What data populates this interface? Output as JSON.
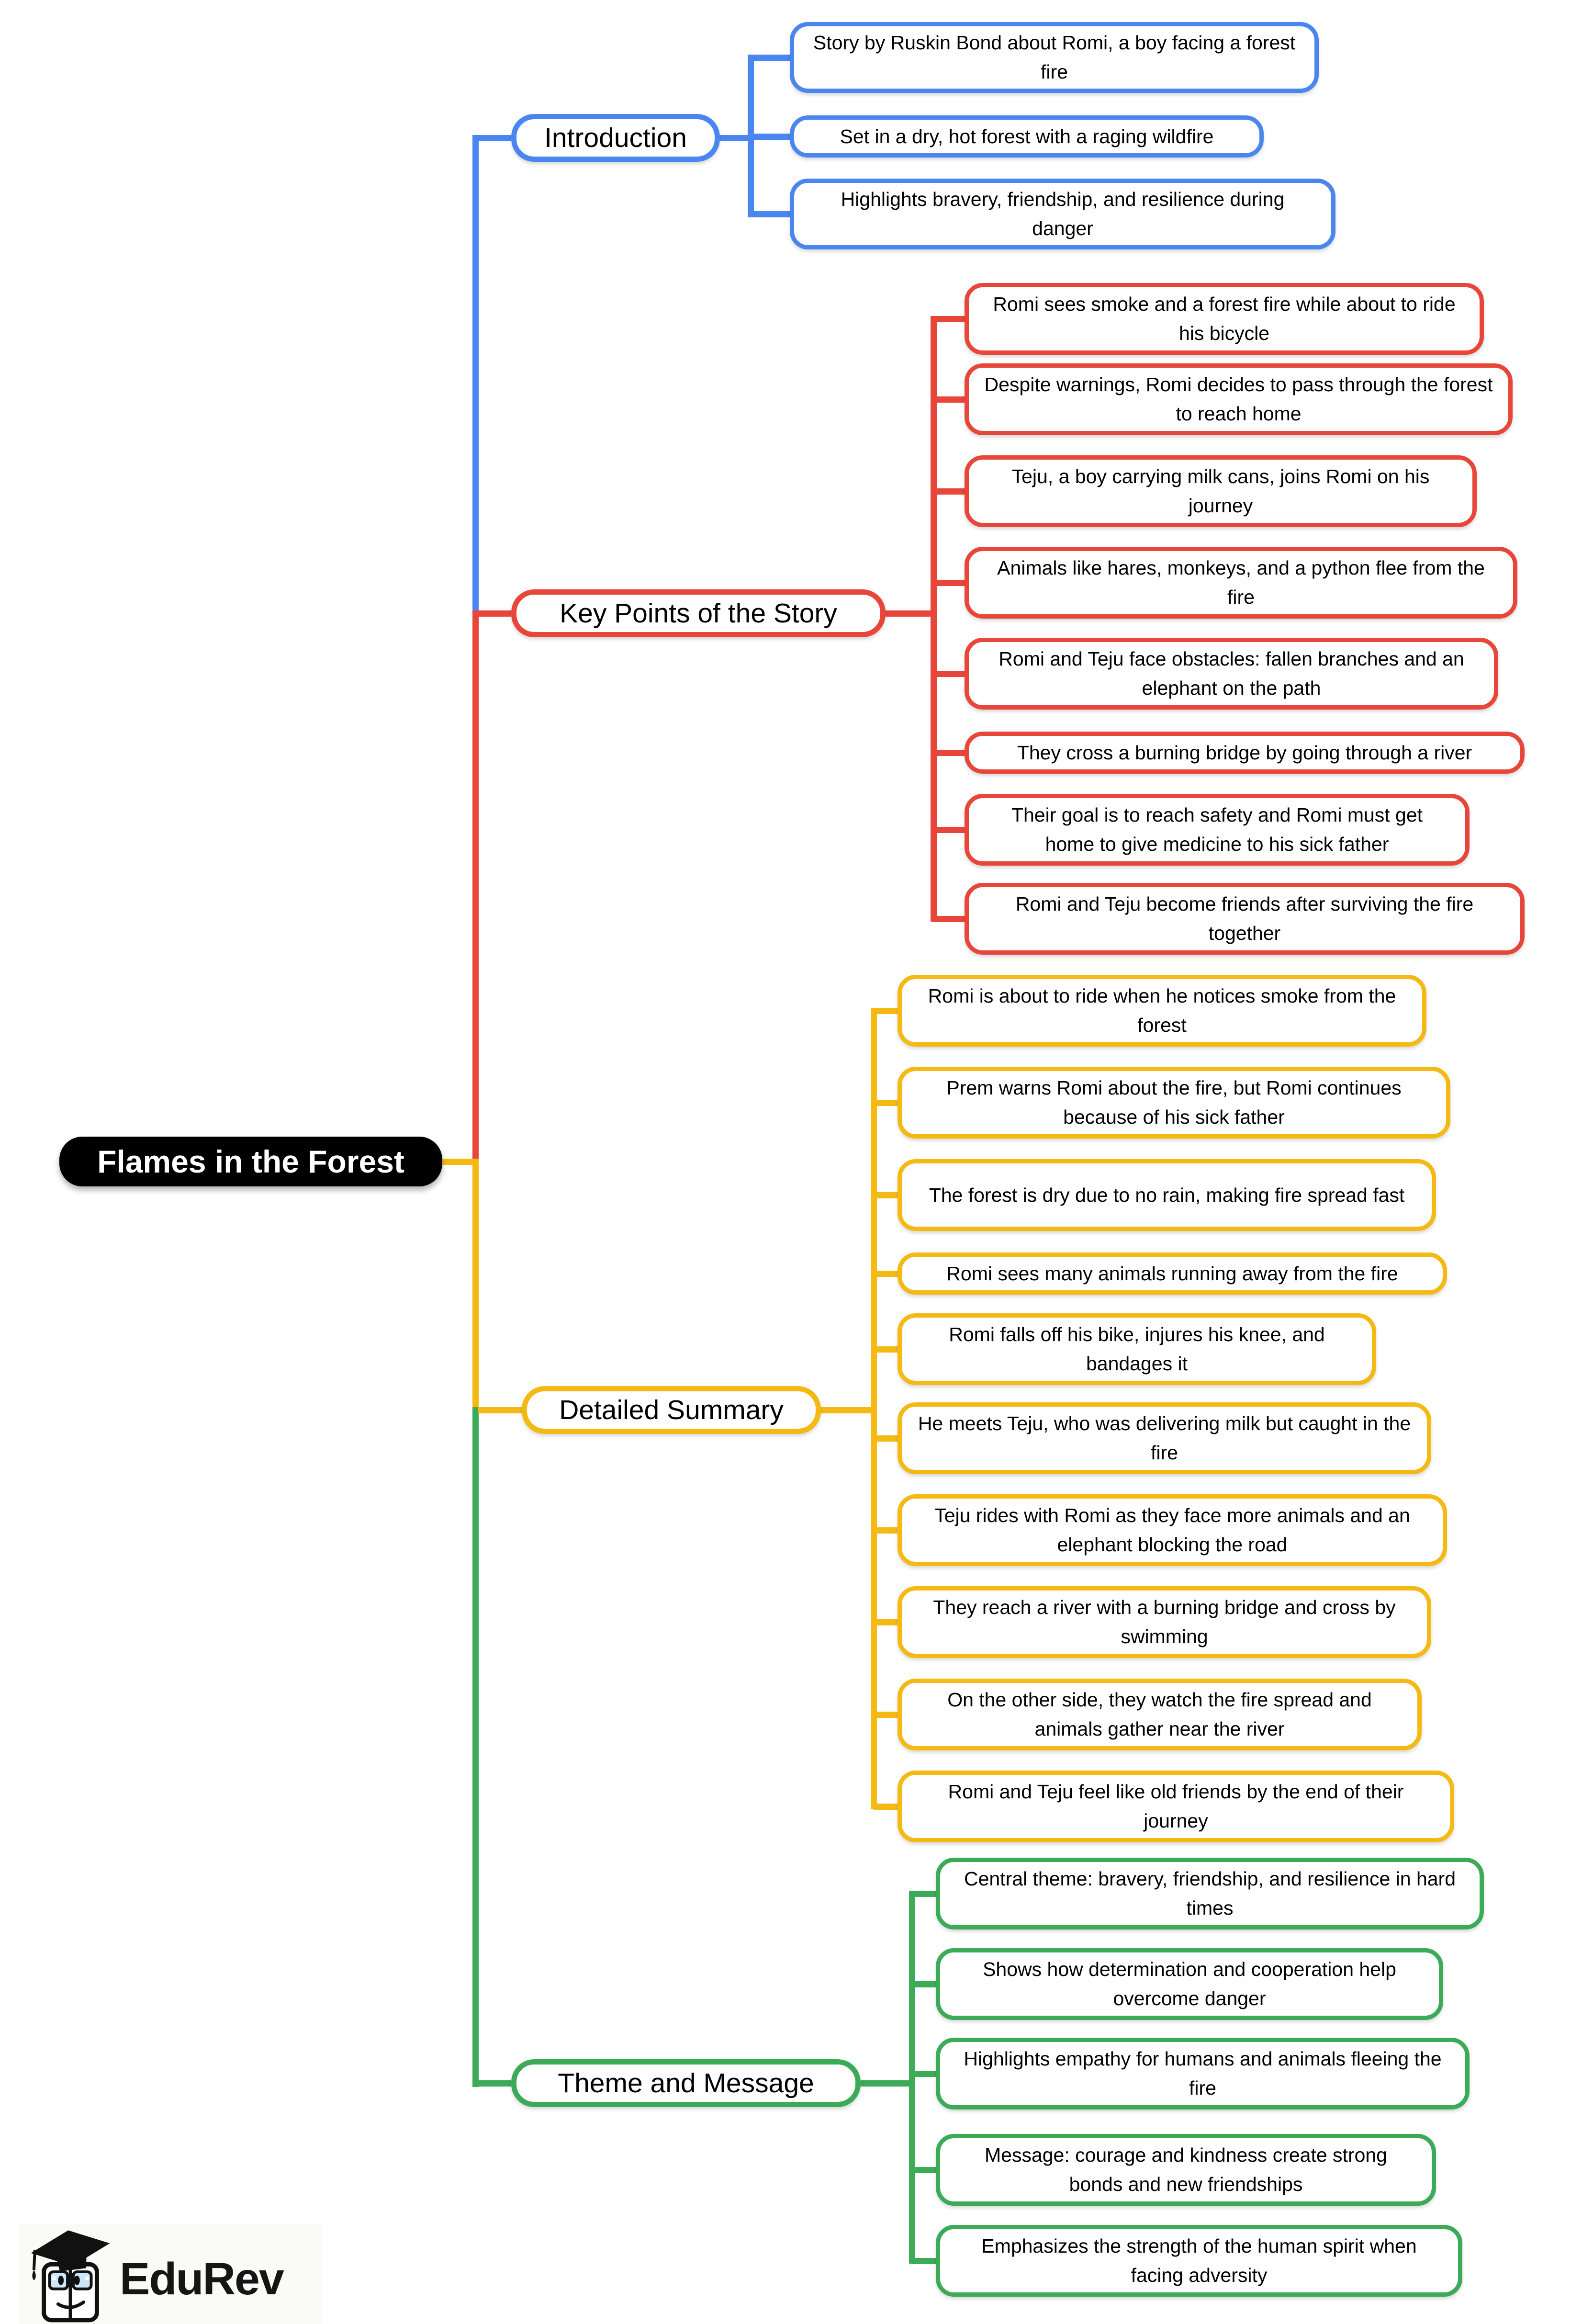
{
  "page": {
    "background": "#ffffff"
  },
  "root": {
    "label": "Flames in the Forest",
    "bg_color": "#000000",
    "text_color": "#ffffff"
  },
  "branches": [
    {
      "label": "Introduction",
      "color": "#4a86f0",
      "children": [
        "Story by Ruskin Bond about Romi, a boy facing a forest fire",
        "Set in a dry, hot forest with a raging wildfire",
        "Highlights bravery, friendship, and resilience during danger"
      ]
    },
    {
      "label": "Key Points of the Story",
      "color": "#e8463a",
      "children": [
        "Romi sees smoke and a forest fire while about to ride his bicycle",
        "Despite warnings, Romi decides to pass through the forest to reach home",
        "Teju, a boy carrying milk cans, joins Romi on his journey",
        "Animals like hares, monkeys, and a python flee from the fire",
        "Romi and Teju face obstacles: fallen branches and an elephant on the path",
        "They cross a burning bridge by going through a river",
        "Their goal is to reach safety and Romi must get home to give medicine to his sick father",
        "Romi and Teju become friends after surviving the fire together"
      ]
    },
    {
      "label": "Detailed Summary",
      "color": "#f5b914",
      "children": [
        "Romi is about to ride when he notices smoke from the forest",
        "Prem warns Romi about the fire, but Romi continues because of his sick father",
        "The forest is dry due to no rain, making fire spread fast",
        "Romi sees many animals running away from the fire",
        "Romi falls off his bike, injures his knee, and bandages it",
        "He meets Teju, who was delivering milk but caught in the fire",
        "Teju rides with Romi as they face more animals and an elephant blocking the road",
        "They reach a river with a burning bridge and cross by swimming",
        "On the other side, they watch the fire spread and animals gather near the river",
        "Romi and Teju feel like old friends by the end of their journey"
      ]
    },
    {
      "label": "Theme and Message",
      "color": "#3cab58",
      "children": [
        "Central theme: bravery, friendship, and resilience in hard times",
        "Shows how determination and cooperation help overcome danger",
        "Highlights empathy for humans and animals fleeing the fire",
        "Message: courage and kindness create strong bonds and new friendships",
        "Emphasizes the strength of the human spirit when facing adversity"
      ]
    }
  ],
  "logo": {
    "brand": "EduRev",
    "icon": "graduation-cap-mascot"
  }
}
